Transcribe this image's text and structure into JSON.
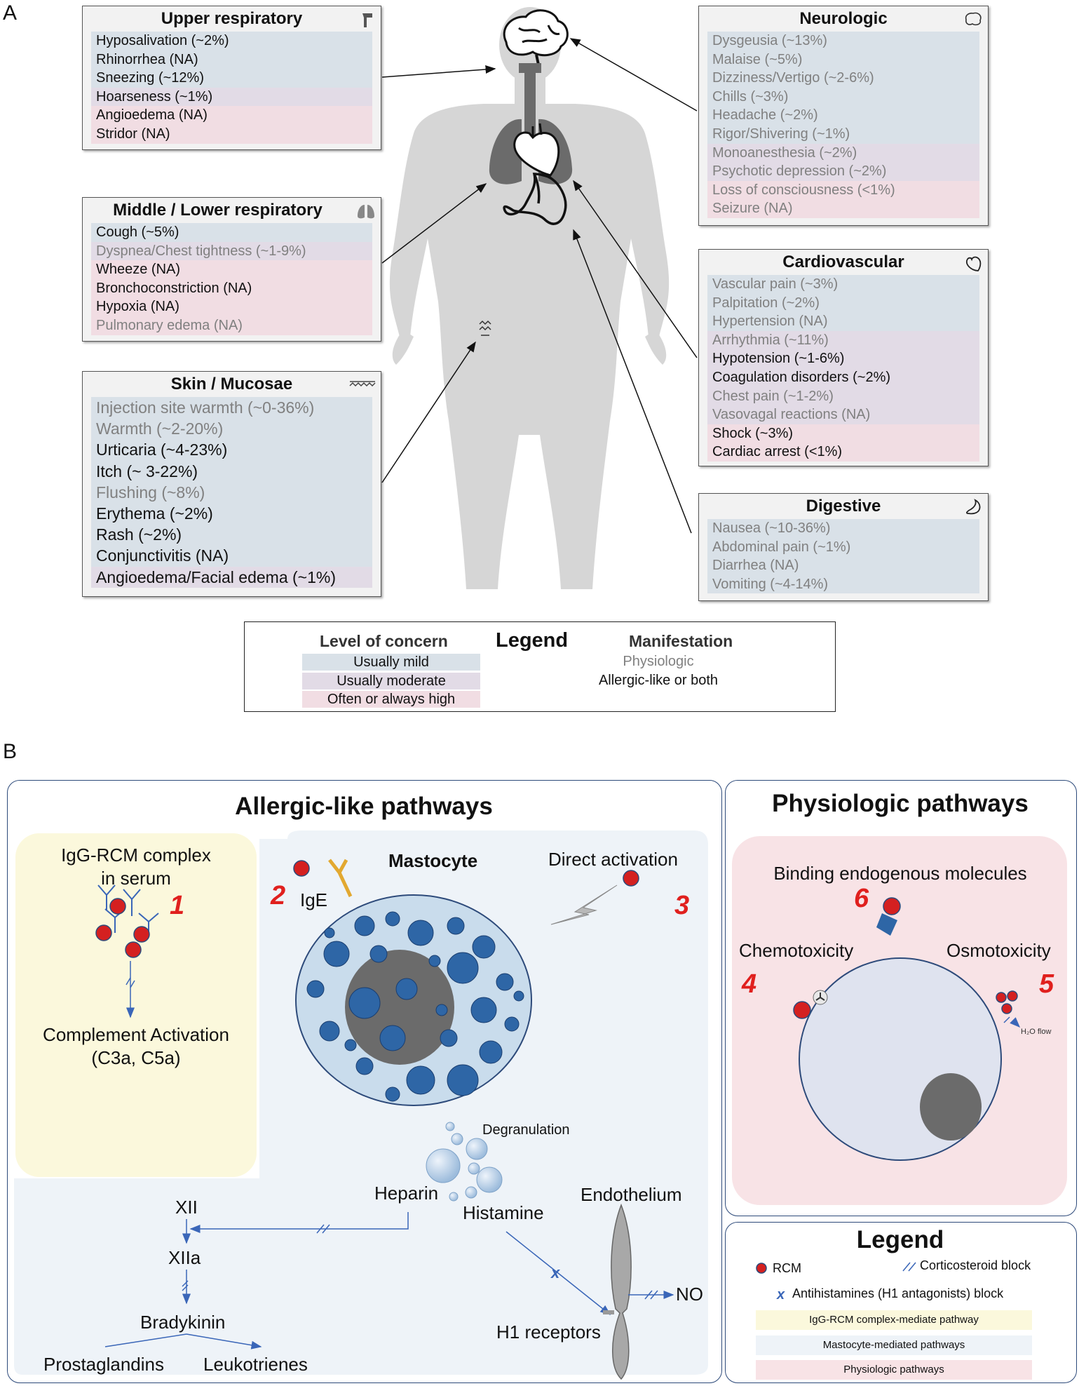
{
  "panel_a": {
    "letter": "A",
    "boxes": {
      "upper": {
        "title": "Upper respiratory",
        "icon": "trachea-icon",
        "items": [
          {
            "text": "Hyposalivation (~2%)",
            "level": "mild",
            "type": "allergic"
          },
          {
            "text": "Rhinorrhea (NA)",
            "level": "mild",
            "type": "allergic"
          },
          {
            "text": "Sneezing (~12%)",
            "level": "mild",
            "type": "allergic"
          },
          {
            "text": "Hoarseness (~1%)",
            "level": "moderate",
            "type": "allergic"
          },
          {
            "text": "Angioedema (NA)",
            "level": "high",
            "type": "allergic"
          },
          {
            "text": "Stridor (NA)",
            "level": "high",
            "type": "allergic"
          }
        ]
      },
      "lower": {
        "title": "Middle / Lower respiratory",
        "icon": "lungs-icon",
        "items": [
          {
            "text": "Cough (~5%)",
            "level": "mild",
            "type": "allergic"
          },
          {
            "text": "Dyspnea/Chest tightness (~1-9%)",
            "level": "moderate",
            "type": "physiologic"
          },
          {
            "text": "Wheeze (NA)",
            "level": "high",
            "type": "allergic"
          },
          {
            "text": "Bronchoconstriction (NA)",
            "level": "high",
            "type": "allergic"
          },
          {
            "text": "Hypoxia (NA)",
            "level": "high",
            "type": "allergic"
          },
          {
            "text": "Pulmonary edema (NA)",
            "level": "high",
            "type": "physiologic"
          }
        ]
      },
      "skin": {
        "title": "Skin / Mucosae",
        "icon": "skin-icon",
        "items": [
          {
            "text": "Injection site warmth (~0-36%)",
            "level": "mild",
            "type": "physiologic"
          },
          {
            "text": "Warmth  (~2-20%)",
            "level": "mild",
            "type": "physiologic"
          },
          {
            "text": "Urticaria (~4-23%)",
            "level": "mild",
            "type": "allergic"
          },
          {
            "text": "Itch (~ 3-22%)",
            "level": "mild",
            "type": "allergic"
          },
          {
            "text": "Flushing  (~8%)",
            "level": "mild",
            "type": "physiologic"
          },
          {
            "text": "Erythema (~2%)",
            "level": "mild",
            "type": "allergic"
          },
          {
            "text": "Rash (~2%)",
            "level": "mild",
            "type": "allergic"
          },
          {
            "text": "Conjunctivitis (NA)",
            "level": "mild",
            "type": "allergic"
          },
          {
            "text": "Angioedema/Facial edema (~1%)",
            "level": "moderate",
            "type": "allergic"
          }
        ]
      },
      "neuro": {
        "title": "Neurologic",
        "icon": "brain-icon",
        "items": [
          {
            "text": "Dysgeusia (~13%)",
            "level": "mild",
            "type": "physiologic"
          },
          {
            "text": "Malaise (~5%)",
            "level": "mild",
            "type": "physiologic"
          },
          {
            "text": "Dizziness/Vertigo (~2-6%)",
            "level": "mild",
            "type": "physiologic"
          },
          {
            "text": "Chills (~3%)",
            "level": "mild",
            "type": "physiologic"
          },
          {
            "text": "Headache (~2%)",
            "level": "mild",
            "type": "physiologic"
          },
          {
            "text": "Rigor/Shivering (~1%)",
            "level": "mild",
            "type": "physiologic"
          },
          {
            "text": "Monoanesthesia (~2%)",
            "level": "moderate",
            "type": "physiologic"
          },
          {
            "text": "Psychotic depression (~2%)",
            "level": "moderate",
            "type": "physiologic"
          },
          {
            "text": "Loss of consciousness (<1%)",
            "level": "high",
            "type": "physiologic"
          },
          {
            "text": "Seizure (NA)",
            "level": "high",
            "type": "physiologic"
          }
        ]
      },
      "cardio": {
        "title": "Cardiovascular",
        "icon": "heart-icon",
        "items": [
          {
            "text": "Vascular pain (~3%)",
            "level": "mild",
            "type": "physiologic"
          },
          {
            "text": "Palpitation (~2%)",
            "level": "mild",
            "type": "physiologic"
          },
          {
            "text": "Hypertension (NA)",
            "level": "mild",
            "type": "physiologic"
          },
          {
            "text": "Arrhythmia (~11%)",
            "level": "moderate",
            "type": "physiologic"
          },
          {
            "text": "Hypotension (~1-6%)",
            "level": "moderate",
            "type": "allergic"
          },
          {
            "text": "Coagulation disorders (~2%)",
            "level": "moderate",
            "type": "allergic"
          },
          {
            "text": "Chest pain (~1-2%)",
            "level": "moderate",
            "type": "physiologic"
          },
          {
            "text": "Vasovagal reactions (NA)",
            "level": "moderate",
            "type": "physiologic"
          },
          {
            "text": "Shock (~3%)",
            "level": "high",
            "type": "allergic"
          },
          {
            "text": "Cardiac arrest (<1%)",
            "level": "high",
            "type": "allergic"
          }
        ]
      },
      "digest": {
        "title": "Digestive",
        "icon": "stomach-icon",
        "items": [
          {
            "text": "Nausea (~10-36%)",
            "level": "mild",
            "type": "physiologic"
          },
          {
            "text": "Abdominal pain (~1%)",
            "level": "mild",
            "type": "physiologic"
          },
          {
            "text": "Diarrhea (NA)",
            "level": "mild",
            "type": "physiologic"
          },
          {
            "text": "Vomiting (~4-14%)",
            "level": "mild",
            "type": "physiologic"
          }
        ]
      }
    },
    "legend": {
      "title": "Legend",
      "concern_header": "Level of concern",
      "mild": "Usually mild",
      "moderate": "Usually moderate",
      "high": "Often or always high",
      "manifest_header": "Manifestation",
      "physiologic": "Physiologic",
      "allergic": "Allergic-like or both"
    },
    "colors": {
      "mild": "#d9e1e8",
      "moderate": "#e2dbe6",
      "high": "#f1dde3",
      "physiologic_text": "#808080",
      "body": "#d6d6d6",
      "organ": "#6b6b6b"
    }
  },
  "panel_b": {
    "letter": "B",
    "allergic_title": "Allergic-like pathways",
    "physiologic_title": "Physiologic pathways",
    "igg_label_1": "IgG-RCM complex",
    "igg_label_2": "in serum",
    "num1": "1",
    "complement_1": "Complement Activation",
    "complement_2": "(C3a, C5a)",
    "mastocyte": "Mastocyte",
    "num2": "2",
    "ige": "IgE",
    "direct": "Direct activation",
    "num3": "3",
    "degranulation": "Degranulation",
    "heparin": "Heparin",
    "histamine": "Histamine",
    "endothelium": "Endothelium",
    "xii": "XII",
    "xiia": "XIIa",
    "bradykinin": "Bradykinin",
    "prostaglandins": "Prostaglandins",
    "leukotrienes": "Leukotrienes",
    "h1": "H1 receptors",
    "no": "NO",
    "binding": "Binding endogenous molecules",
    "num6": "6",
    "chemo": "Chemotoxicity",
    "num4": "4",
    "osmo": "Osmotoxicity",
    "num5": "5",
    "h2o": "H₂O flow",
    "legend": {
      "title": "Legend",
      "rcm": "RCM",
      "cortico": "Corticosteroid block",
      "antihist": "Antihistamines (H1 antagonists) block",
      "igg_path": "IgG-RCM complex-mediate pathway",
      "masto_path": "Mastocyte-mediated pathways",
      "phys_path": "Physiologic pathways"
    },
    "colors": {
      "frame": "#2d4a7a",
      "igg_bg": "#fbf8dc",
      "masto_bg": "#eef3f8",
      "phys_bg": "#f8e3e6",
      "cell": "#c9dcec",
      "granule": "#2e66a6",
      "rcm": "#d42020",
      "number": "#e0201e",
      "arrow": "#3a66b8"
    }
  }
}
